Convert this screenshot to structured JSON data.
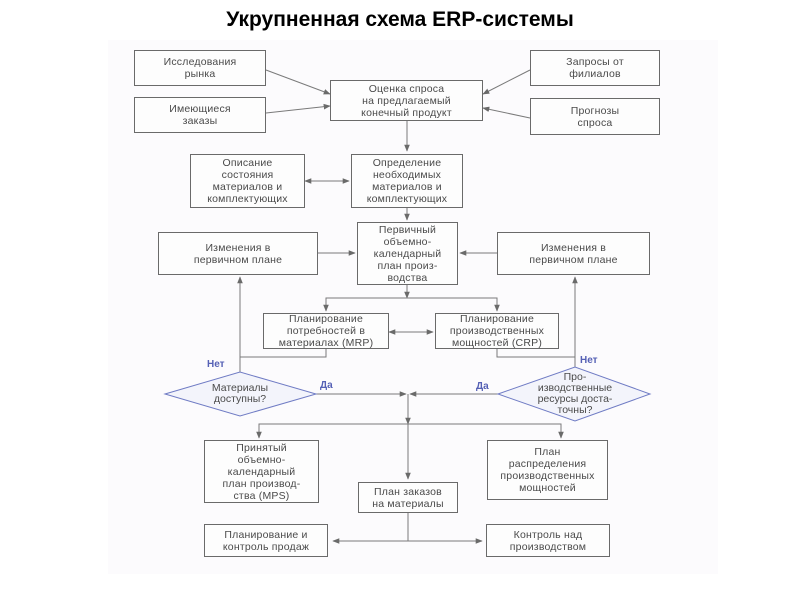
{
  "title": "Укрупненная схема ERP-системы",
  "nodes": {
    "market_research": "Исследования\nрынка",
    "existing_orders": "Имеющиеся\nзаказы",
    "demand_assessment": "Оценка спроса\nна предлагаемый\nконечный продукт",
    "branch_requests": "Запросы от\nфилиалов",
    "demand_forecasts": "Прогнозы\nспроса",
    "materials_state": "Описание\nсостояния\nматериалов и\nкомплектующих",
    "materials_needed": "Определение\nнеобходимых\nматериалов и\nкомплектующих",
    "changes_left": "Изменения в\nпервичном плане",
    "primary_plan": "Первичный\nобъемно-\nкалендарный\nплан произ-\nводства",
    "changes_right": "Изменения в\nпервичном плане",
    "mrp": "Планирование\nпотребностей в\nматериалах (MRP)",
    "crp": "Планирование\nпроизводственных\nмощностей (CRP)",
    "materials_available": "Материалы\nдоступны?",
    "resources_sufficient": "Про-\nизводственные\nресурсы доста-\nточны?",
    "mps": "Принятый\nобъемно-\nкалендарный\nплан производ-\nства (MPS)",
    "capacity_plan": "План\nраспределения\nпроизводственных\nмощностей",
    "material_orders": "План заказов\nна материалы",
    "sales_planning": "Планирование и\nконтроль продаж",
    "production_control": "Контроль над\nпроизводством"
  },
  "labels": {
    "no_left": "Нет",
    "yes_left": "Да",
    "no_right": "Нет",
    "yes_right": "Да"
  },
  "colors": {
    "line": "#7a7a7a",
    "decision": "#6f7bc4",
    "label": "#5560b5"
  }
}
